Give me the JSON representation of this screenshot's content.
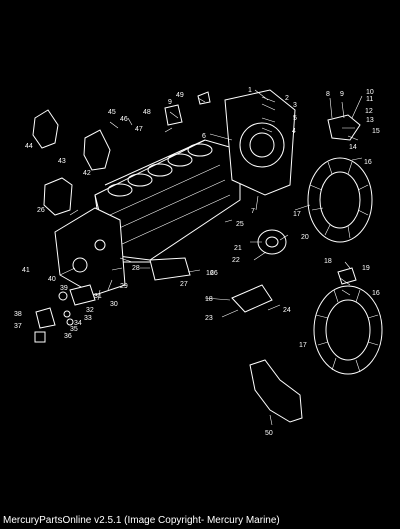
{
  "footer": {
    "caption": "MercuryPartsOnline v2.5.1 (Image Copyright- Mercury Marine)"
  },
  "callouts": [
    "1",
    "2",
    "3",
    "4",
    "5",
    "6",
    "7",
    "8",
    "9",
    "9",
    "10",
    "11",
    "12",
    "13",
    "14",
    "15",
    "16",
    "16",
    "16",
    "17",
    "17",
    "18",
    "18",
    "19",
    "20",
    "21",
    "22",
    "23",
    "24",
    "25",
    "26",
    "26",
    "27",
    "28",
    "29",
    "30",
    "31",
    "32",
    "33",
    "34",
    "35",
    "36",
    "37",
    "38",
    "39",
    "40",
    "41",
    "42",
    "43",
    "44",
    "45",
    "46",
    "47",
    "48",
    "49",
    "50"
  ]
}
